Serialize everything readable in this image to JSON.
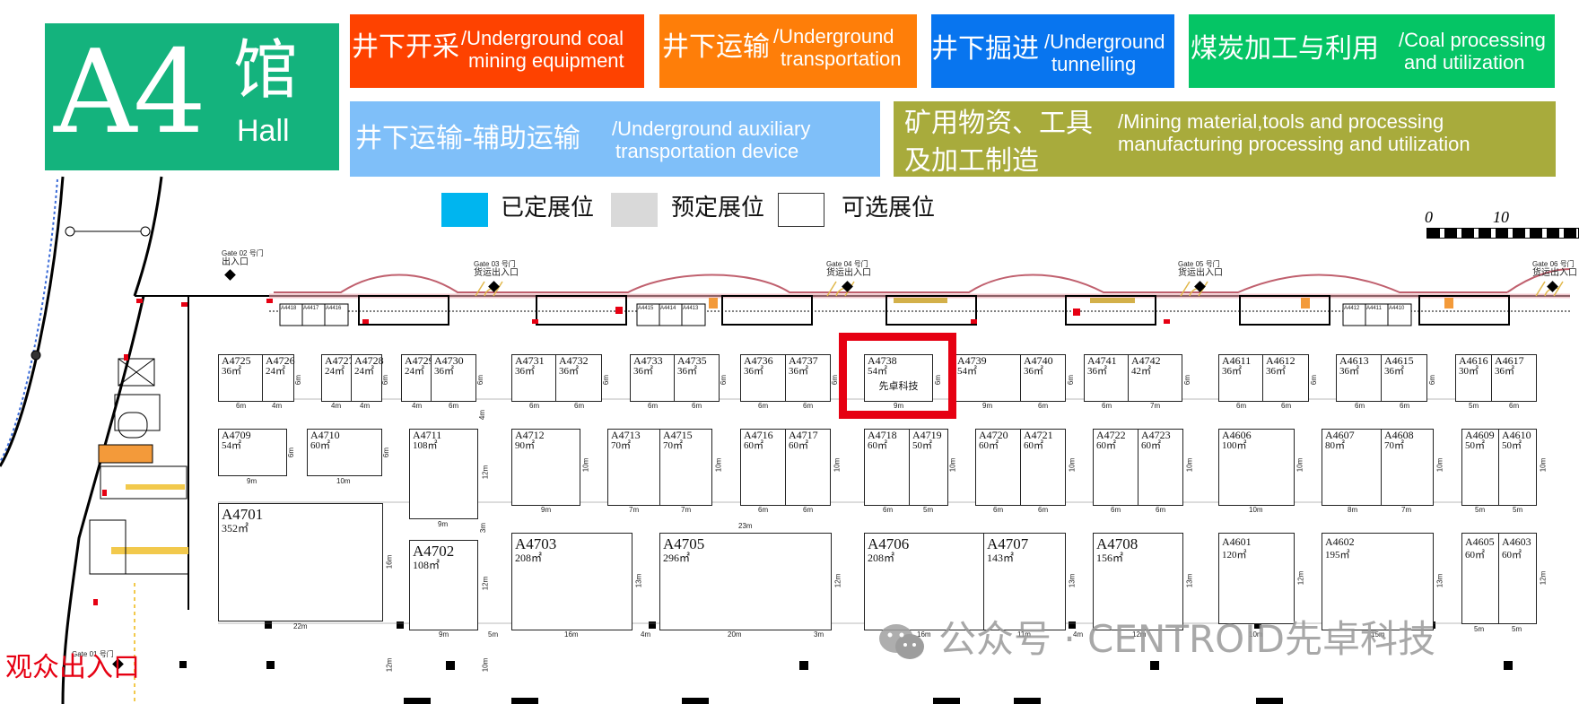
{
  "hall": {
    "code": "A4",
    "zh": "馆",
    "en": "Hall"
  },
  "categories": [
    {
      "zh": "井下开采",
      "en": [
        "/Underground coal",
        "mining equipment"
      ],
      "color": "#fe4200"
    },
    {
      "zh": "井下运输",
      "en": [
        "/Underground",
        "transportation"
      ],
      "color": "#fe7e09"
    },
    {
      "zh": "井下掘进",
      "en": [
        "/Underground",
        "tunnelling"
      ],
      "color": "#0875ef"
    },
    {
      "zh": "煤炭加工与利用",
      "en": [
        "/Coal processing",
        "and utilization"
      ],
      "color": "#05c565"
    },
    {
      "zh": "井下运输-辅助运输",
      "en": [
        "/Underground auxiliary",
        "transportation device"
      ],
      "color": "#7fbff9"
    },
    {
      "zh": [
        "矿用物资、工具",
        "及加工制造"
      ],
      "en": [
        "/Mining material,tools and processing",
        "manufacturing   processing and utilization"
      ],
      "color": "#a8ab3c"
    }
  ],
  "legend": [
    {
      "label": "已定展位",
      "color": "#00b5ef"
    },
    {
      "label": "预定展位",
      "color": "#d9d9d9"
    },
    {
      "label": "可选展位",
      "color": "#ffffff"
    }
  ],
  "scale": {
    "labels": [
      "0",
      "10"
    ]
  },
  "gates": [
    {
      "code": "Gate 02 号门",
      "label": "出入口"
    },
    {
      "code": "Gate 03 号门",
      "label": "货运出入口"
    },
    {
      "code": "Gate 04 号门",
      "label": "货运出入口"
    },
    {
      "code": "Gate 05 号门",
      "label": "货运出入口"
    },
    {
      "code": "Gate 06 号门",
      "label": "货运出入口"
    },
    {
      "code": "Gate 01 号门",
      "label": ""
    }
  ],
  "small_booths": [
    "A4418",
    "A4417",
    "A4416",
    "A4415",
    "A4414",
    "A4413",
    "A4412",
    "A4411",
    "A4410"
  ],
  "booths": {
    "A4725": {
      "id": "A4725",
      "area": "36㎡"
    },
    "A4726": {
      "id": "A4726",
      "area": "24㎡"
    },
    "A4727": {
      "id": "A4727",
      "area": "24㎡"
    },
    "A4728": {
      "id": "A4728",
      "area": "24㎡"
    },
    "A4729": {
      "id": "A4729",
      "area": "24㎡"
    },
    "A4730": {
      "id": "A4730",
      "area": "36㎡"
    },
    "A4731": {
      "id": "A4731",
      "area": "36㎡"
    },
    "A4732": {
      "id": "A4732",
      "area": "36㎡"
    },
    "A4733": {
      "id": "A4733",
      "area": "36㎡"
    },
    "A4735": {
      "id": "A4735",
      "area": "36㎡"
    },
    "A4736": {
      "id": "A4736",
      "area": "36㎡"
    },
    "A4737": {
      "id": "A4737",
      "area": "36㎡"
    },
    "A4738": {
      "id": "A4738",
      "area": "54㎡",
      "company": "先卓科技"
    },
    "A4739": {
      "id": "A4739",
      "area": "54㎡"
    },
    "A4740": {
      "id": "A4740",
      "area": "36㎡"
    },
    "A4741": {
      "id": "A4741",
      "area": "36㎡"
    },
    "A4742": {
      "id": "A4742",
      "area": "42㎡"
    },
    "A4611": {
      "id": "A4611",
      "area": "36㎡"
    },
    "A4612": {
      "id": "A4612",
      "area": "36㎡"
    },
    "A4613": {
      "id": "A4613",
      "area": "36㎡"
    },
    "A4615": {
      "id": "A4615",
      "area": "36㎡"
    },
    "A4616": {
      "id": "A4616",
      "area": "30㎡"
    },
    "A4617": {
      "id": "A4617",
      "area": "36㎡"
    },
    "A4709": {
      "id": "A4709",
      "area": "54㎡"
    },
    "A4710": {
      "id": "A4710",
      "area": "60㎡"
    },
    "A4711": {
      "id": "A4711",
      "area": "108㎡"
    },
    "A4712": {
      "id": "A4712",
      "area": "90㎡"
    },
    "A4713": {
      "id": "A4713",
      "area": "70㎡"
    },
    "A4715": {
      "id": "A4715",
      "area": "70㎡"
    },
    "A4716": {
      "id": "A4716",
      "area": "60㎡"
    },
    "A4717": {
      "id": "A4717",
      "area": "60㎡"
    },
    "A4718": {
      "id": "A4718",
      "area": "60㎡"
    },
    "A4719": {
      "id": "A4719",
      "area": "50㎡"
    },
    "A4720": {
      "id": "A4720",
      "area": "60㎡"
    },
    "A4721": {
      "id": "A4721",
      "area": "60㎡"
    },
    "A4722": {
      "id": "A4722",
      "area": "60㎡"
    },
    "A4723": {
      "id": "A4723",
      "area": "60㎡"
    },
    "A4606": {
      "id": "A4606",
      "area": "100㎡"
    },
    "A4607": {
      "id": "A4607",
      "area": "80㎡"
    },
    "A4608": {
      "id": "A4608",
      "area": "70㎡"
    },
    "A4609": {
      "id": "A4609",
      "area": "50㎡"
    },
    "A4610": {
      "id": "A4610",
      "area": "50㎡"
    },
    "A4701": {
      "id": "A4701",
      "area": "352㎡"
    },
    "A4702": {
      "id": "A4702",
      "area": "108㎡"
    },
    "A4703": {
      "id": "A4703",
      "area": "208㎡"
    },
    "A4705": {
      "id": "A4705",
      "area": "296㎡"
    },
    "A4706": {
      "id": "A4706",
      "area": "208㎡"
    },
    "A4707": {
      "id": "A4707",
      "area": "143㎡"
    },
    "A4708": {
      "id": "A4708",
      "area": "156㎡"
    },
    "A4601": {
      "id": "A4601",
      "area": "120㎡"
    },
    "A4602": {
      "id": "A4602",
      "area": "195㎡"
    },
    "A4605": {
      "id": "A4605",
      "area": "60㎡"
    },
    "A4603": {
      "id": "A4603",
      "area": "60㎡"
    }
  },
  "dims": {
    "row1": [
      "6m",
      "4m",
      "4m",
      "4m",
      "4m",
      "6m",
      "6m",
      "6m",
      "6m",
      "6m",
      "6m",
      "6m",
      "9m",
      "9m",
      "6m",
      "6m",
      "7m",
      "6m",
      "6m",
      "6m",
      "6m",
      "5m",
      "6m"
    ],
    "row1v": [
      "6m",
      "6m",
      "6m",
      "6m",
      "6m",
      "6m",
      "6m",
      "6m",
      "6m",
      "6m",
      "6m",
      "4m"
    ],
    "row2": [
      "9m",
      "10m",
      "9m",
      "9m",
      "7m",
      "7m",
      "6m",
      "6m",
      "6m",
      "5m",
      "6m",
      "6m",
      "6m",
      "6m",
      "10m",
      "8m",
      "7m",
      "5m",
      "5m",
      "23m"
    ],
    "row2v": [
      "6m",
      "6m",
      "12m",
      "10m",
      "10m",
      "10m",
      "10m",
      "10m",
      "10m",
      "10m",
      "10m",
      "10m",
      "10m",
      "3m"
    ],
    "row3": [
      "22m",
      "9m",
      "5m",
      "16m",
      "4m",
      "20m",
      "3m",
      "16m",
      "11m",
      "4m",
      "12m",
      "10m",
      "15m",
      "5m",
      "5m"
    ],
    "row3v": [
      "16m",
      "12m",
      "13m",
      "12m",
      "13m",
      "13m",
      "12m",
      "13m",
      "12m",
      "12m",
      "10m"
    ]
  },
  "visitor_entrance": "观众出入口",
  "watermark": "公众号 · CENTROID先卓科技",
  "highlight_booth": "A4738"
}
